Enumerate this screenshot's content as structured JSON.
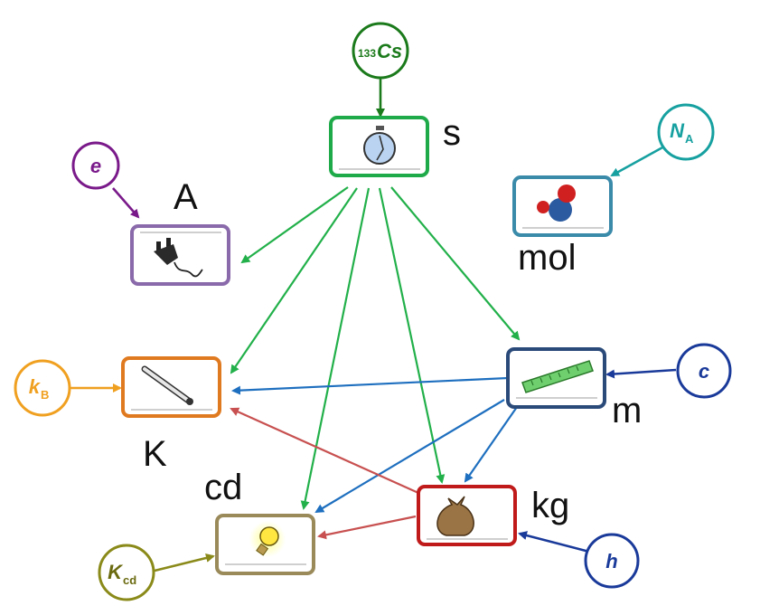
{
  "constants": {
    "cs": {
      "label": "133",
      "sub": "Cs",
      "color": "#1b7a1b"
    },
    "e": {
      "label": "e",
      "sub": "",
      "color": "#7a1a8a"
    },
    "na": {
      "label": "N",
      "sub": "A",
      "color": "#17a0a0"
    },
    "kb": {
      "label": "k",
      "sub": "B",
      "color": "#f0a020"
    },
    "c": {
      "label": "c",
      "sub": "",
      "color": "#1a3a9a"
    },
    "kcd": {
      "label": "K",
      "sub": "cd",
      "color": "#8a8a1a"
    },
    "h": {
      "label": "h",
      "sub": "",
      "color": "#1a3a9a"
    }
  },
  "units": {
    "s": {
      "label": "s",
      "border": "#1faa4a",
      "icon": "stopwatch-icon"
    },
    "a": {
      "label": "A",
      "border": "#8a6aaa",
      "icon": "plug-icon"
    },
    "mol": {
      "label": "mol",
      "border": "#3a8aaa",
      "icon": "molecule-icon"
    },
    "k": {
      "label": "K",
      "border": "#e07a20",
      "icon": "thermometer-icon"
    },
    "m": {
      "label": "m",
      "border": "#2a4a7a",
      "icon": "ruler-icon"
    },
    "cd": {
      "label": "cd",
      "border": "#9a8a5a",
      "icon": "lightbulb-icon"
    },
    "kg": {
      "label": "kg",
      "border": "#c01a1a",
      "icon": "weight-bag-icon"
    }
  },
  "arrow_colors": {
    "green": "#22b04a",
    "blue": "#1e6fbf",
    "red": "#c85050"
  }
}
